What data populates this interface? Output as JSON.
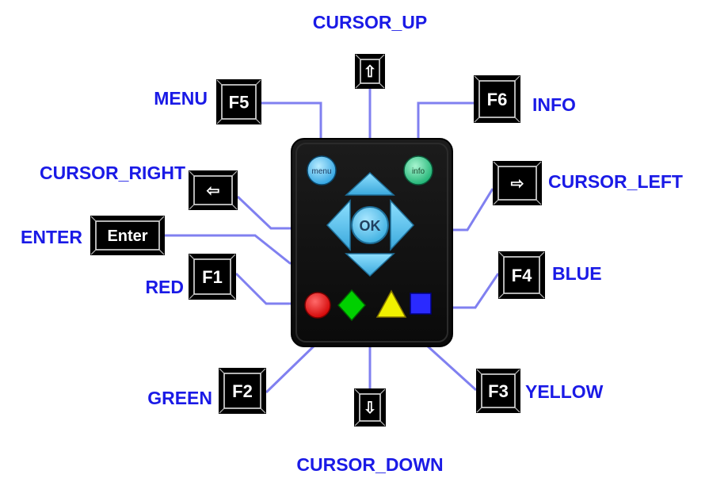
{
  "colors": {
    "label": "#1a1ae6",
    "connector": "#8080f0",
    "remote_body": "#111111",
    "nav_blue": "#5cc8f0",
    "menu_button": "#40b8f0",
    "info_button": "#30d090",
    "red": "#ff0000",
    "green": "#00d000",
    "yellow": "#f0f000",
    "blue": "#2a2aff",
    "key_bg": "#000000",
    "key_fg": "#ffffff"
  },
  "labels": {
    "cursor_up": "CURSOR_UP",
    "menu": "MENU",
    "info": "INFO",
    "cursor_right": "CURSOR_RIGHT",
    "cursor_left": "CURSOR_LEFT",
    "enter": "ENTER",
    "red": "RED",
    "blue": "BLUE",
    "green": "GREEN",
    "yellow": "YELLOW",
    "cursor_down": "CURSOR_DOWN"
  },
  "keys": {
    "up": "⇧",
    "f5": "F5",
    "f6": "F6",
    "left": "⇦",
    "right": "⇨",
    "enter": "Enter",
    "f1": "F1",
    "f4": "F4",
    "f2": "F2",
    "down": "⇩",
    "f3": "F3"
  },
  "remote": {
    "menu_label": "menu",
    "info_label": "info",
    "ok_label": "OK"
  }
}
